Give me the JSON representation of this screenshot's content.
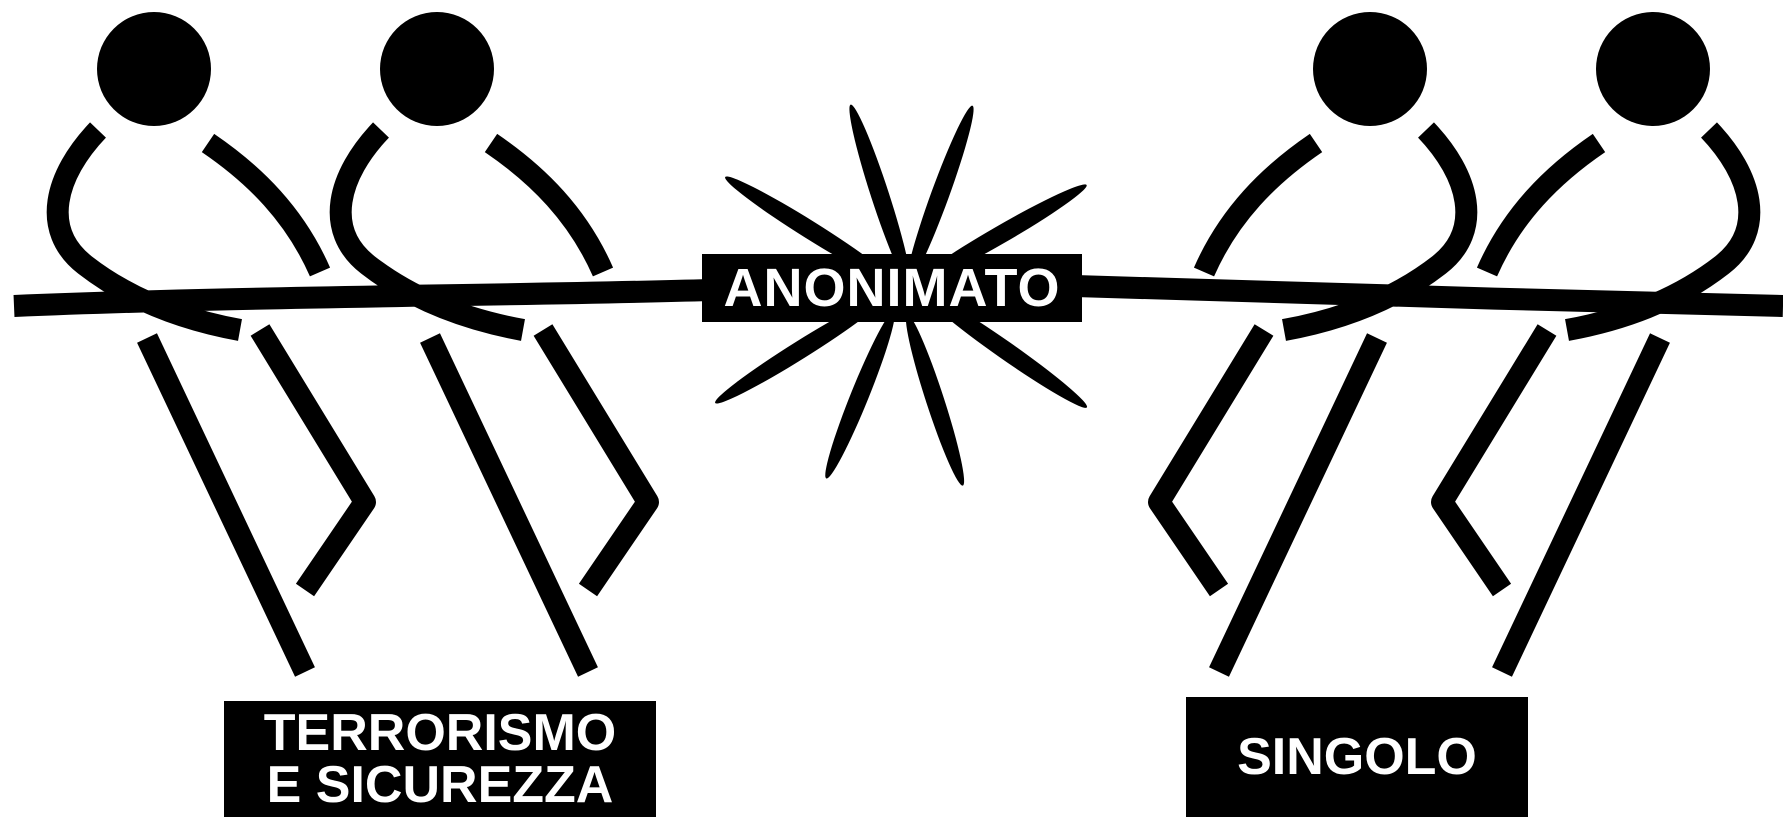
{
  "labels": {
    "center": "ANONIMATO",
    "left_line1": "TERRORISMO",
    "left_line2": "E SICUREZZA",
    "right": "SINGOLO"
  },
  "colors": {
    "figure": "#000000",
    "label_text": "#ffffff",
    "background": "#ffffff"
  }
}
